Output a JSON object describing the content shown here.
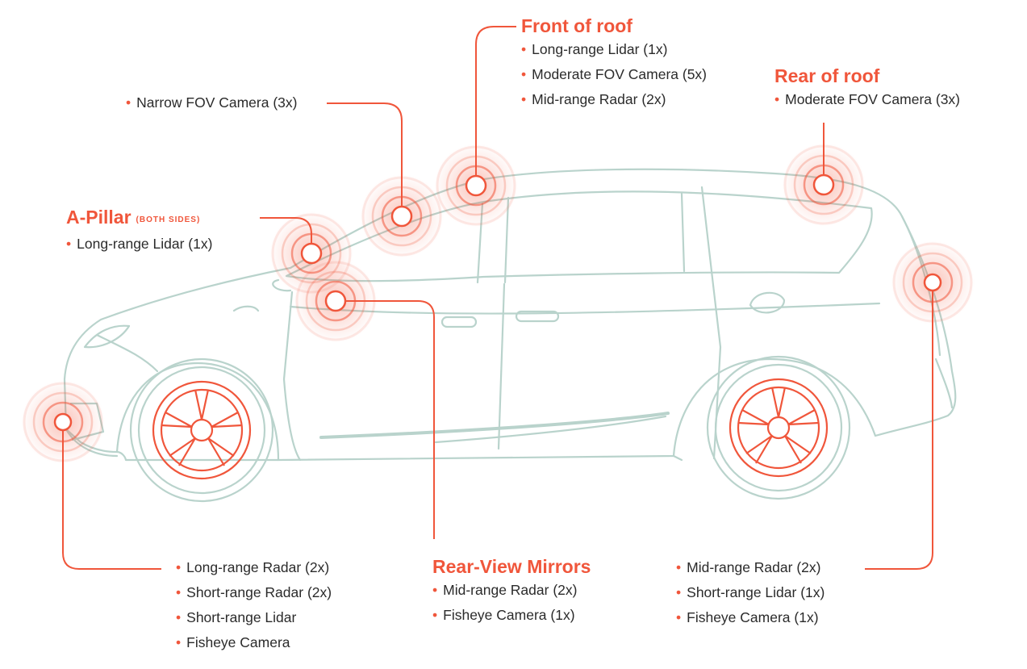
{
  "sections": {
    "front_roof": {
      "title": "Front of roof",
      "items": [
        "Long-range Lidar (1x)",
        "Moderate FOV Camera (5x)",
        "Mid-range Radar (2x)"
      ]
    },
    "rear_roof": {
      "title": "Rear of roof",
      "items": [
        "Moderate FOV Camera (3x)"
      ]
    },
    "narrow_camera": {
      "items": [
        "Narrow FOV Camera (3x)"
      ]
    },
    "a_pillar": {
      "title": "A-Pillar",
      "subtitle": "(BOTH SIDES)",
      "items": [
        "Long-range Lidar (1x)"
      ]
    },
    "front_bumper": {
      "items": [
        "Long-range Radar (2x)",
        "Short-range Radar (2x)",
        "Short-range Lidar",
        "Fisheye Camera"
      ]
    },
    "mirrors": {
      "title": "Rear-View Mirrors",
      "items": [
        "Mid-range Radar (2x)",
        "Fisheye Camera (1x)"
      ]
    },
    "rear": {
      "items": [
        "Mid-range Radar (2x)",
        "Short-range Lidar (1x)",
        "Fisheye Camera (1x)"
      ]
    }
  },
  "colors": {
    "accent": "#f0563b",
    "car_outline": "#b9d3cc",
    "text": "#2b2b2b"
  }
}
